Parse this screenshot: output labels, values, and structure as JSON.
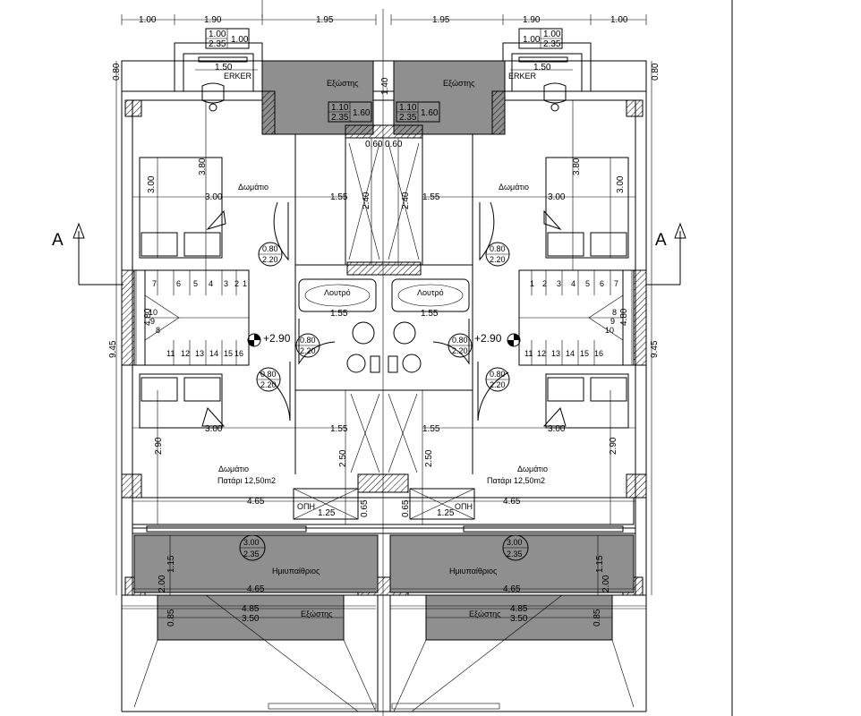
{
  "section_mark": "A",
  "top_dims": {
    "left": [
      "1.00",
      "1.90",
      "1.95"
    ],
    "right": [
      "1.95",
      "1.90",
      "1.00"
    ]
  },
  "window_tags": {
    "erker_left": {
      "top": "1.00",
      "bottom": "2.35",
      "side": "1.00"
    },
    "erker_right": {
      "top": "1.00",
      "bottom": "2.35",
      "side": "1.00"
    },
    "balcony_left": {
      "top": "1.10",
      "bottom": "2.35",
      "side": "1.60"
    },
    "balcony_right": {
      "top": "1.10",
      "bottom": "2.35",
      "side": "1.60"
    }
  },
  "door_tags": {
    "top": "0.80",
    "bottom": "2.20"
  },
  "rear_door_tag": {
    "top": "3.00",
    "bottom": "2.35"
  },
  "labels": {
    "erker": "ERKER",
    "exostis": "Εξώστης",
    "domatio": "Δωμάτιο",
    "loutro": "Λουτρό",
    "domatio_patari": "Πατάρι 12,50m2",
    "imiypaithrios": "Ημιυπαίθριος",
    "opi": "ΟΠΗ",
    "level": "+2.90"
  },
  "dimensions": {
    "erker_width": "1.50",
    "d_080": "0.80",
    "d_140": "1.40",
    "d_060": "0.60",
    "d_380": "3.80",
    "d_300": "3.00",
    "d_155": "1.55",
    "d_240": "2.40",
    "d_480": "4.80",
    "d_945": "9.45",
    "d_290": "2.90",
    "d_250": "2.50",
    "d_465": "4.65",
    "d_125": "1.25",
    "d_065": "0.65",
    "d_115": "1.15",
    "d_200": "2.00",
    "d_485": "4.85",
    "d_350": "3.50",
    "d_085": "0.85"
  },
  "stairs": {
    "upper_left": [
      "7",
      "6",
      "5",
      "4",
      "3",
      "2",
      "1"
    ],
    "lower_left": [
      "16",
      "15",
      "14",
      "13",
      "12",
      "11"
    ],
    "upper_right": [
      "1",
      "2",
      "3",
      "4",
      "5",
      "6",
      "7"
    ],
    "lower_right": [
      "11",
      "12",
      "13",
      "14",
      "15",
      "16"
    ],
    "landing_left": [
      "10",
      "9",
      "8"
    ],
    "landing_right": [
      "8",
      "9",
      "10"
    ]
  }
}
